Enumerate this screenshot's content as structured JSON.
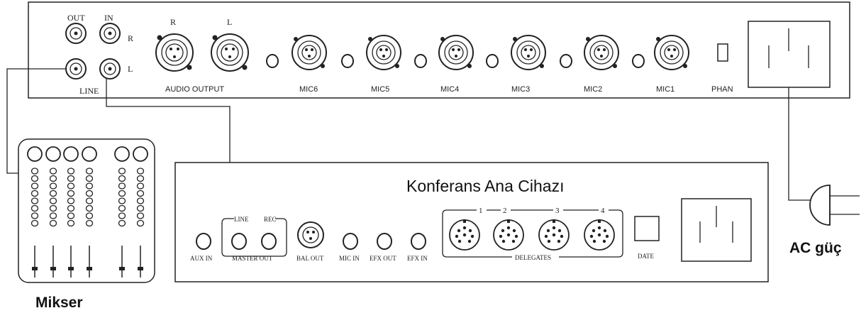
{
  "labels": {
    "out": "OUT",
    "in": "IN",
    "r_side": "R",
    "l_side": "L",
    "line": "LINE",
    "xlr_r": "R",
    "xlr_l": "L",
    "audio_output": "AUDIO OUTPUT",
    "phan": "PHAN",
    "main_unit_title": "Konferans Ana Cihazı",
    "aux_in": "AUX IN",
    "line_small": "LINE",
    "rec": "REC",
    "master_out": "MASTER OUT",
    "bal_out": "BAL OUT",
    "mic_in": "MIC IN",
    "efx_out": "EFX OUT",
    "efx_in": "EFX IN",
    "delegates": "DELEGATES",
    "date": "DATE",
    "ac_power": "AC güç",
    "mixer": "Mikser"
  },
  "mic_inputs": [
    "MIC6",
    "MIC5",
    "MIC4",
    "MIC3",
    "MIC2",
    "MIC1"
  ],
  "delegate_ports": [
    "1",
    "2",
    "3",
    "4"
  ]
}
